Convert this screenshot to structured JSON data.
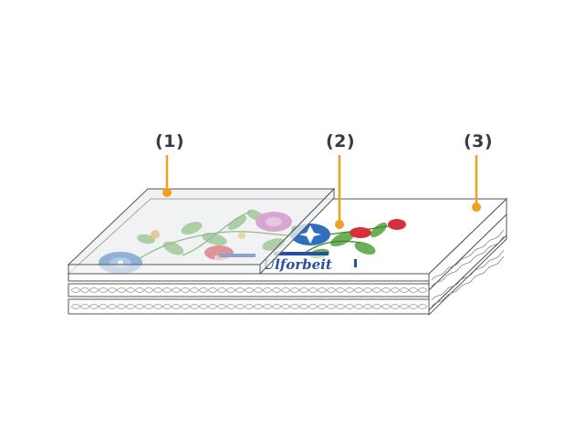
{
  "labels": {
    "item1": "(1)",
    "item2": "(2)",
    "item3": "(3)"
  },
  "print_text": "Ulforbeit",
  "colors": {
    "callout": "#f0a020",
    "outline": "#555555",
    "label": "#3a3a3a",
    "film": "#e4e8ea",
    "blue_flower": "#2f6fc0",
    "pink_flower": "#c85ab0",
    "red_flower": "#d8303a",
    "leaf": "#4c9a3a"
  },
  "icons": {
    "callout_dot": "circle"
  }
}
